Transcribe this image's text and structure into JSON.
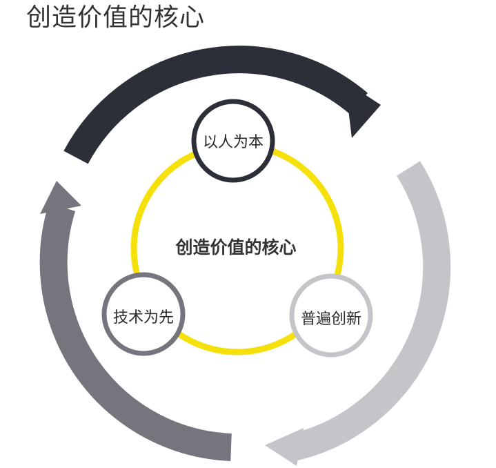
{
  "title": "创造价值的核心",
  "center": {
    "label": "创造价值的核心"
  },
  "nodes": [
    {
      "id": "top",
      "label": "以人为本",
      "border_color": "#2d2f38"
    },
    {
      "id": "left",
      "label": "技术为先",
      "border_color": "#75767d"
    },
    {
      "id": "right",
      "label": "普遍创新",
      "border_color": "#c4c5c9"
    }
  ],
  "ring": {
    "color": "#f5e00c"
  },
  "cycle_arrows": [
    {
      "id": "top-arrow",
      "color": "#2d2f38",
      "direction": "clockwise"
    },
    {
      "id": "right-arrow",
      "color": "#c4c5c9",
      "direction": "clockwise"
    },
    {
      "id": "left-arrow",
      "color": "#75767d",
      "direction": "clockwise"
    }
  ]
}
